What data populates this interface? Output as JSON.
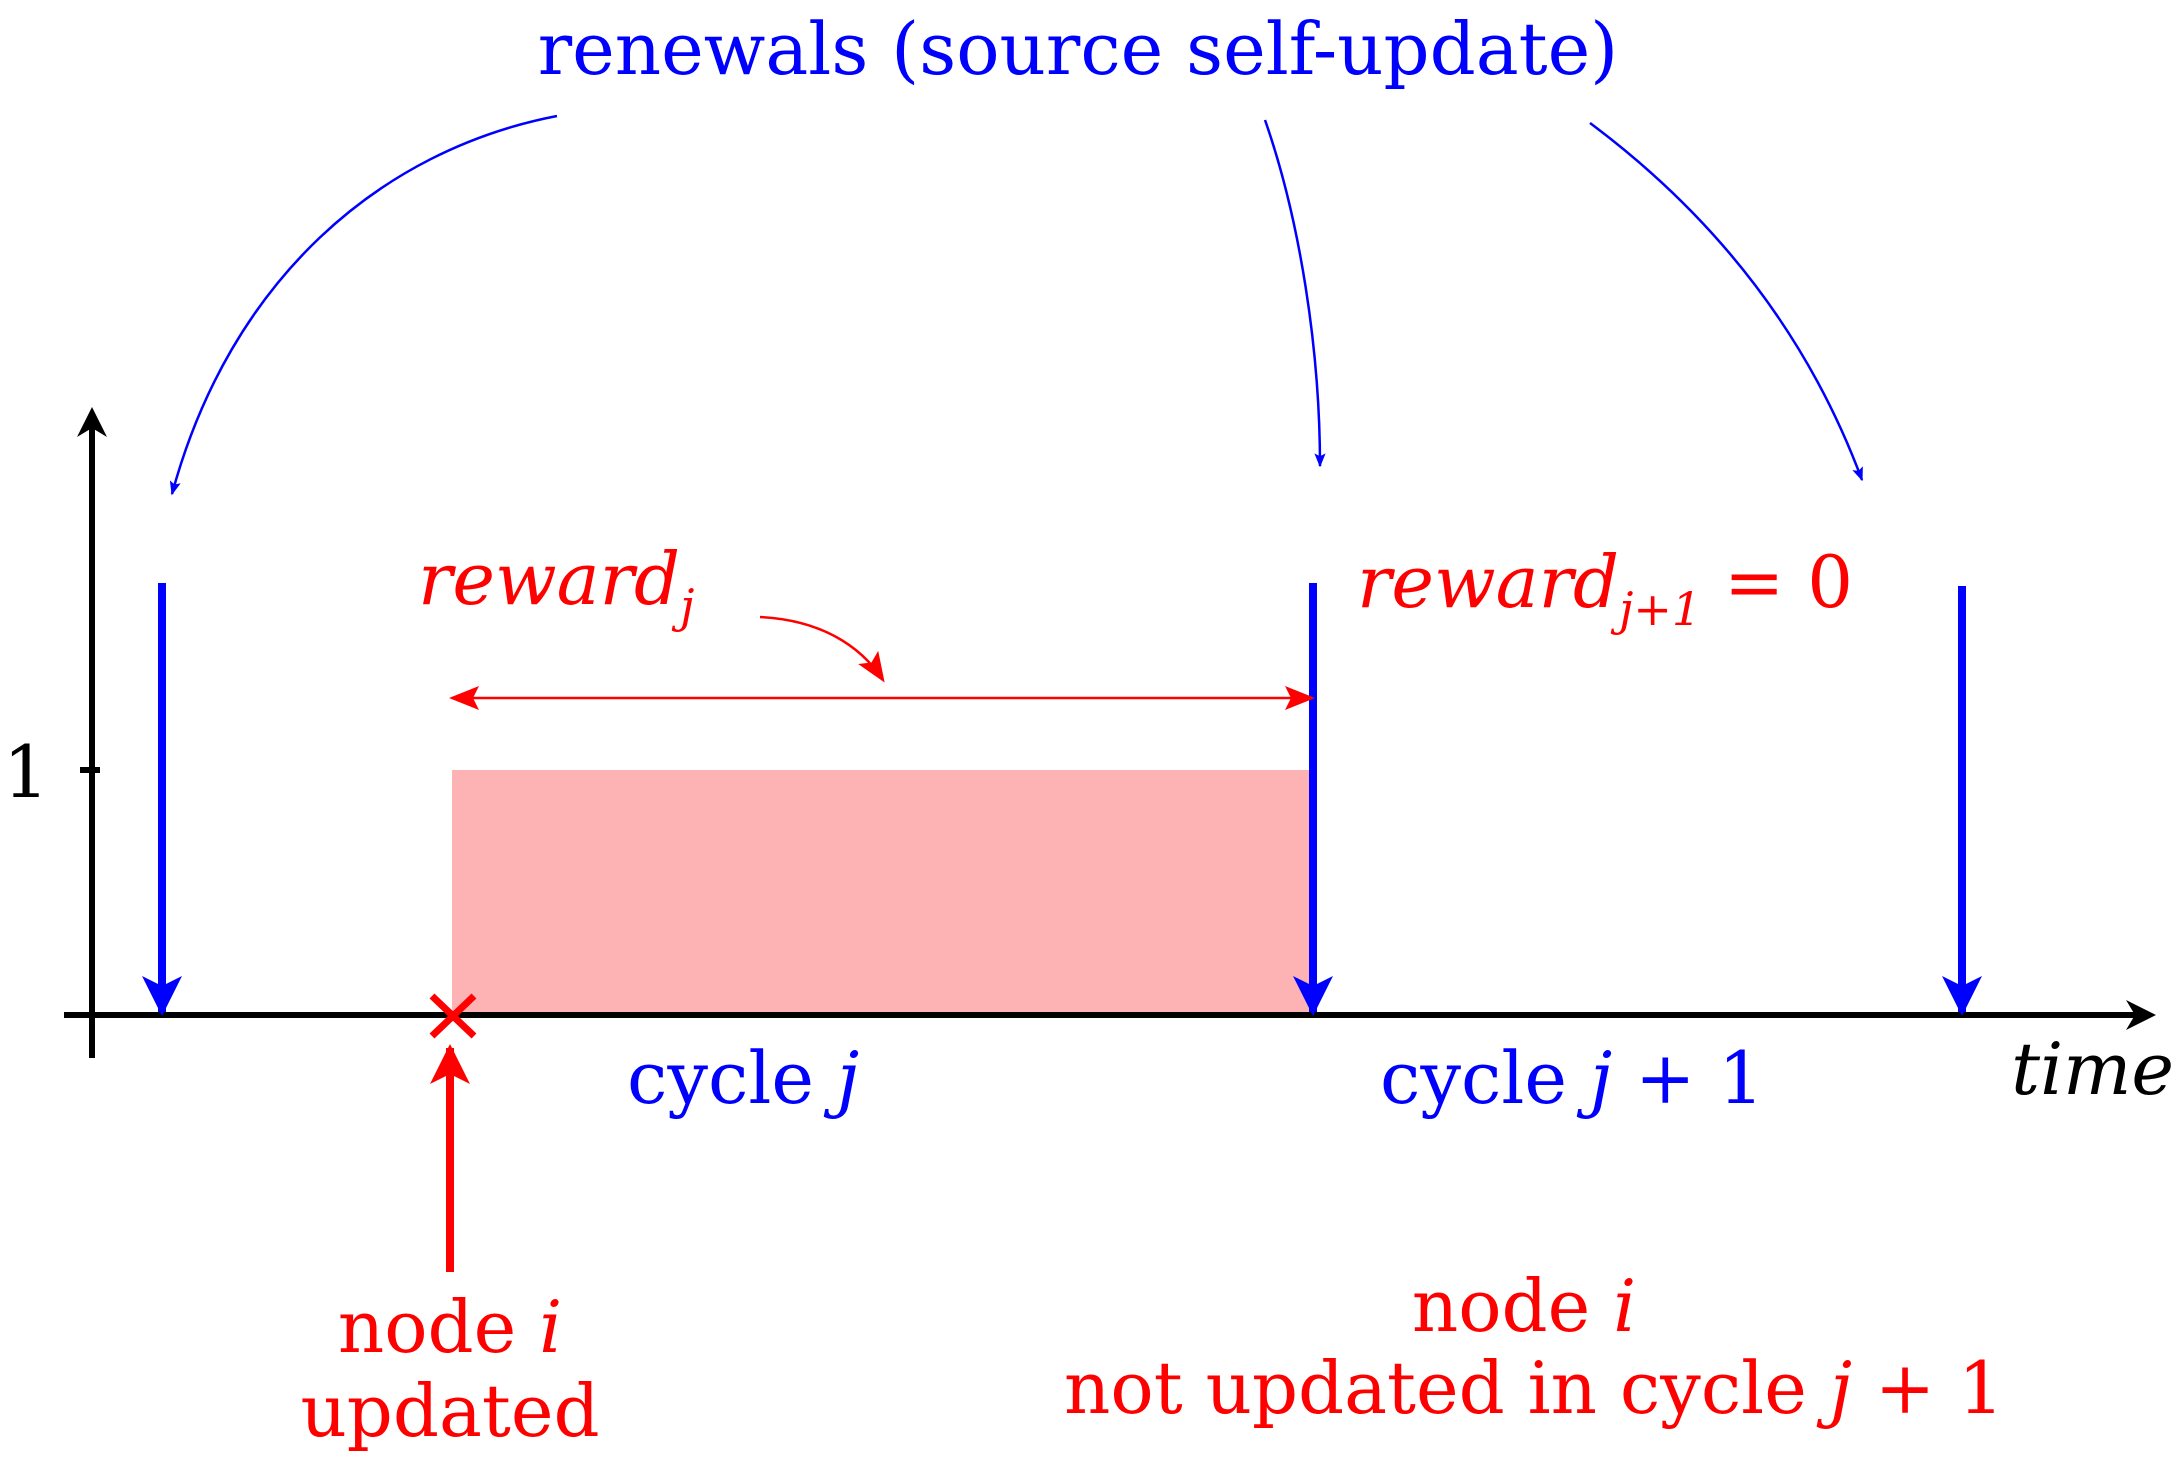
{
  "header": {
    "renewals_label": "renewals (source self-update)"
  },
  "axes": {
    "y_tick_label": "1",
    "x_axis_label": "time"
  },
  "rewards": {
    "reward_j": {
      "base": "reward",
      "sub": "j"
    },
    "reward_j1": {
      "base": "reward",
      "sub": "j+1",
      "suffix": " = 0"
    }
  },
  "cycles": {
    "cycle_j": {
      "text": "cycle ",
      "var": "j"
    },
    "cycle_j1": {
      "text": "cycle ",
      "var": "j",
      "suffix": " + 1"
    }
  },
  "node_updated": {
    "line1_text": "node ",
    "line1_var": "i",
    "line2": "updated"
  },
  "node_not_updated": {
    "line1_text": "node ",
    "line1_var": "i",
    "line2_text": "not updated in cycle ",
    "line2_var": "j",
    "line2_suffix": " + 1"
  },
  "colors": {
    "blue": "#0000ff",
    "red": "#ff0000",
    "fill": "#fdb3b3",
    "black": "#000000"
  }
}
